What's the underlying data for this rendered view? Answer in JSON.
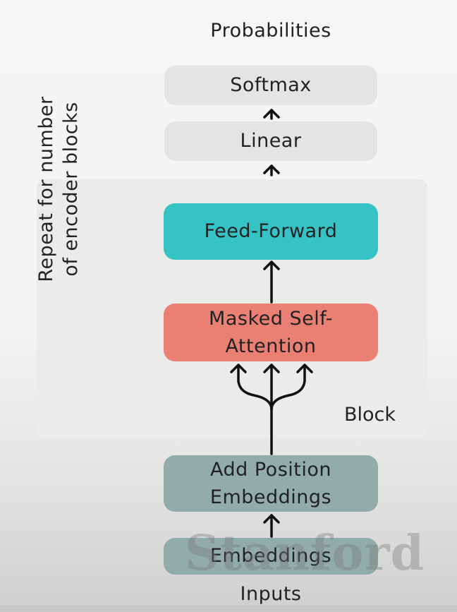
{
  "diagram": {
    "output_label": "Probabilities",
    "input_label": "Inputs",
    "softmax": "Softmax",
    "linear": "Linear",
    "feed_forward": "Feed-Forward",
    "masked_attention": [
      "Masked Self-",
      "Attention"
    ],
    "position_embeddings": [
      "Add Position",
      "Embeddings"
    ],
    "embeddings": "Embeddings",
    "block_label": "Block",
    "repeat_label": [
      "Repeat  for number",
      "of encoder blocks"
    ],
    "watermark": "Stanford"
  },
  "colors": {
    "gray_box": "#e4e5e2",
    "feed_forward": "#35c3c5",
    "attention": "#ea7f74",
    "embeddings": "#91aca9",
    "block_region": "#ebebea",
    "arrow": "#111111"
  }
}
